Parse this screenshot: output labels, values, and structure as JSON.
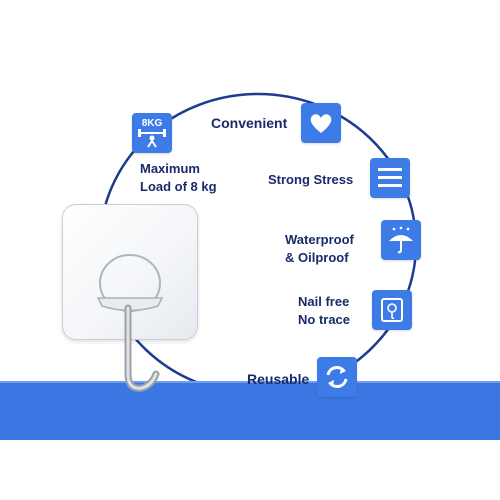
{
  "colors": {
    "accent": "#3d7ce6",
    "ring": "#1e3b8f",
    "text": "#1a2a6c",
    "floor": "#3b77e3"
  },
  "features": {
    "max_load": {
      "badge_text": "8KG",
      "icon": "weightlift-icon",
      "line1": "Maximum",
      "line2": "Load of 8 kg"
    },
    "convenient": {
      "label": "Convenient",
      "icon": "heart-icon"
    },
    "strong_stress": {
      "label": "Strong Stress",
      "icon": "stress-lines-icon"
    },
    "waterproof": {
      "line1": "Waterproof",
      "line2": "& Oilproof",
      "icon": "umbrella-icon"
    },
    "nail_free": {
      "line1": "Nail free",
      "line2": "No trace",
      "icon": "wall-hook-icon"
    },
    "reusable": {
      "label": "Reusable",
      "icon": "recycle-arrows-icon"
    }
  }
}
